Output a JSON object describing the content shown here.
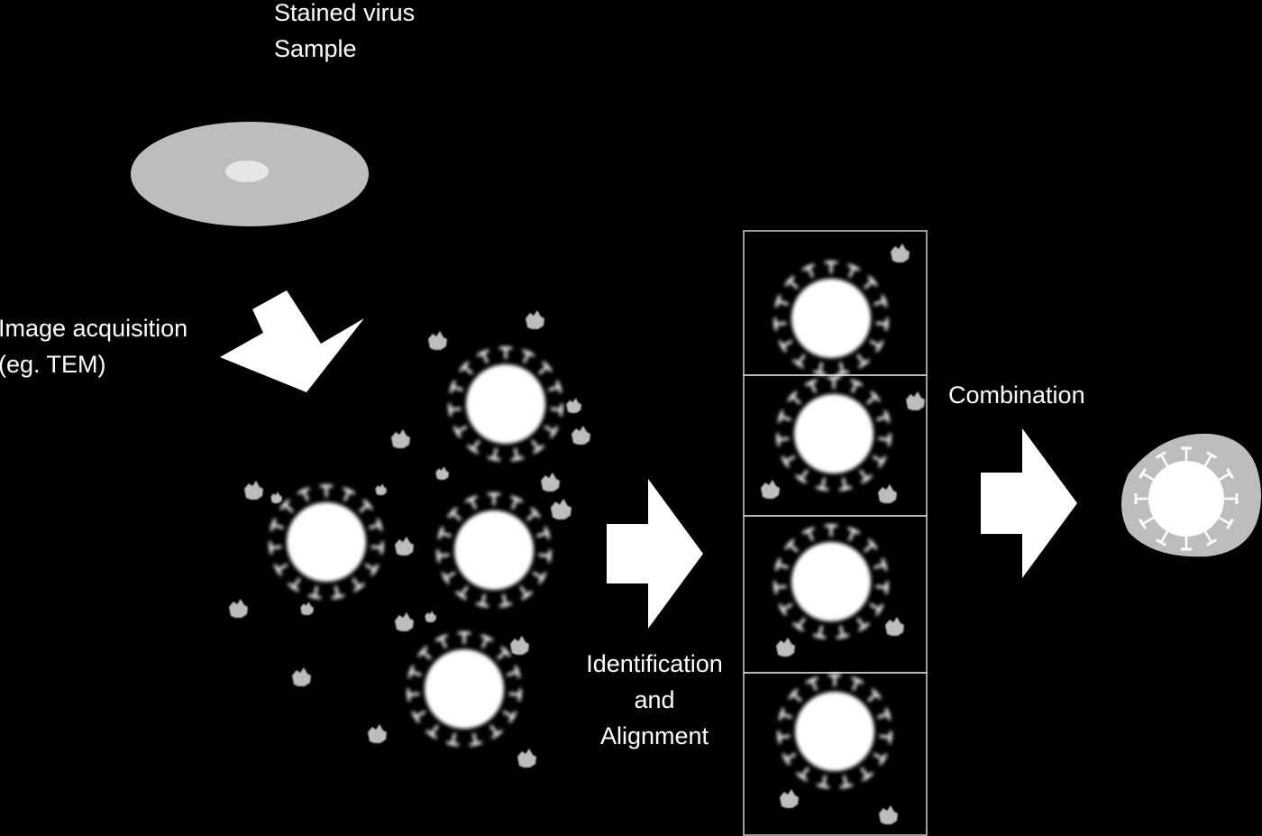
{
  "colors": {
    "background": "#000000",
    "white": "#ffffff",
    "grey": "#bdbdbd",
    "light_grey": "#e6e6e6",
    "frame_stroke": "#d0d0d0"
  },
  "labels": {
    "sample": [
      "Stained virus",
      "Sample"
    ],
    "acquisition": [
      "Image acquisition",
      "(eg. TEM)"
    ],
    "identification": [
      "Identification",
      "and",
      "Alignment"
    ],
    "combination": "Combination"
  },
  "icons": {
    "sample": "stained-sample-dish-icon",
    "virus": "virus-particle-icon",
    "debris": "debris-particle-icon",
    "arrow": "process-arrow-icon",
    "result": "reconstructed-virus-icon"
  }
}
